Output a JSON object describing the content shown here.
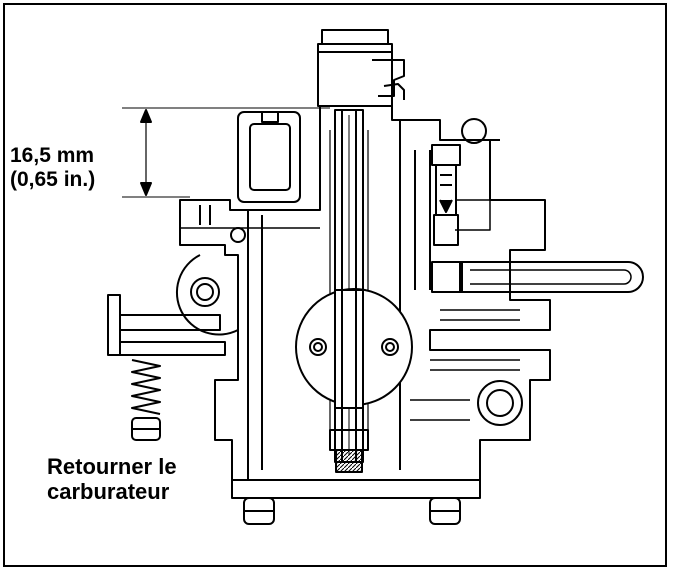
{
  "dimension": {
    "metric": "16,5 mm",
    "imperial": "(0,65 in.)"
  },
  "instruction": {
    "line1": "Retourner le",
    "line2": "carburateur"
  },
  "colors": {
    "ink": "#000000",
    "background": "#ffffff"
  }
}
